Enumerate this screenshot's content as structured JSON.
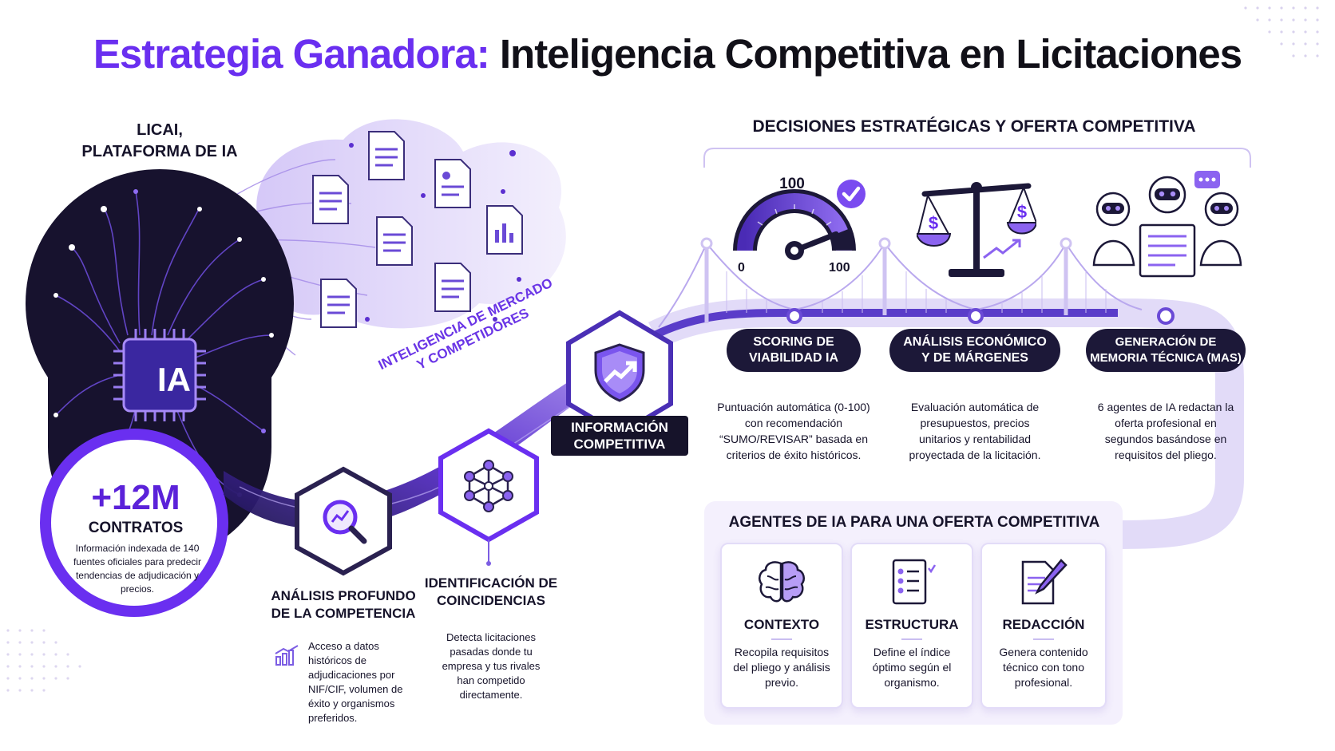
{
  "title": {
    "accent": "Estrategia Ganadora:",
    "rest": " Inteligencia Competitiva en Licitaciones"
  },
  "platform": {
    "line1": "LICAI,",
    "line2": "PLATAFORMA DE IA",
    "chip_label": "IA"
  },
  "stat": {
    "number": "+12M",
    "label": "CONTRATOS",
    "description": "Información indexada de 140 fuentes oficiales para predecir tendencias de adjudicación y precios."
  },
  "band_label": {
    "line1": "INTELIGENCIA DE MERCADO",
    "line2": "Y COMPETIDORES"
  },
  "steps": {
    "analysis": {
      "title_l1": "ANÁLISIS PROFUNDO",
      "title_l2": "DE LA COMPETENCIA",
      "description": "Acceso a datos históricos de adjudicaciones por NIF/CIF, volumen de éxito y organismos preferidos."
    },
    "matching": {
      "title_l1": "IDENTIFICACIÓN DE",
      "title_l2": "COINCIDENCIAS",
      "description": "Detecta licitaciones pasadas donde tu empresa y tus rivales han competido directamente."
    },
    "info": {
      "line1": "INFORMACIÓN",
      "line2": "COMPETITIVA"
    }
  },
  "decisions": {
    "title": "DECISIONES ESTRATÉGICAS Y OFERTA COMPETITIVA",
    "gauge": {
      "top": "100",
      "min": "0",
      "max": "100",
      "level_percent": 88
    },
    "items": [
      {
        "pill_l1": "SCORING DE",
        "pill_l2": "VIABILIDAD IA",
        "description": "Puntuación automática (0-100) con recomendación “SUMO/REVISAR” basada en criterios de éxito históricos."
      },
      {
        "pill_l1": "ANÁLISIS ECONÓMICO",
        "pill_l2": "Y DE MÁRGENES",
        "description": "Evaluación automática de presupuestos, precios unitarios y rentabilidad proyectada de la licitación."
      },
      {
        "pill_l1": "GENERACIÓN DE",
        "pill_l2": "MEMORIA TÉCNICA (MAS)",
        "description": "6 agentes de IA redactan la oferta profesional en segundos basándose en requisitos del pliego."
      }
    ]
  },
  "agents": {
    "title": "AGENTES DE IA PARA UNA OFERTA COMPETITIVA",
    "cards": [
      {
        "title": "CONTEXTO",
        "description": "Recopila requisitos del pliego y análisis previo.",
        "icon": "brain-icon"
      },
      {
        "title": "ESTRUCTURA",
        "description": "Define el índice óptimo según el organismo.",
        "icon": "checklist-icon"
      },
      {
        "title": "REDACCIÓN",
        "description": "Genera contenido técnico con tono profesional.",
        "icon": "pen-document-icon"
      }
    ]
  },
  "colors": {
    "accent": "#6a2ff0",
    "dark": "#16132a",
    "navy_pill": "#1c1838",
    "lavender": "#e9e2fb"
  }
}
